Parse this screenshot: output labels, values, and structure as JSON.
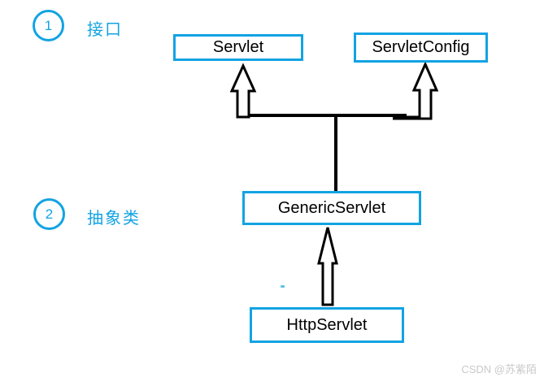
{
  "colors": {
    "accent": "#12a3e3",
    "line": "#000000",
    "box_text": "#000000",
    "watermark": "#c9c9c9"
  },
  "legend": [
    {
      "number": "1",
      "label": "接口"
    },
    {
      "number": "2",
      "label": "抽象类"
    }
  ],
  "nodes": {
    "servlet": {
      "label": "Servlet"
    },
    "servlet_config": {
      "label": "ServletConfig"
    },
    "generic_servlet": {
      "label": "GenericServlet"
    },
    "http_servlet": {
      "label": "HttpServlet"
    }
  },
  "edges": [
    {
      "from": "GenericServlet",
      "to": "Servlet"
    },
    {
      "from": "GenericServlet",
      "to": "ServletConfig"
    },
    {
      "from": "HttpServlet",
      "to": "GenericServlet"
    }
  ],
  "watermark": {
    "text": "CSDN @苏紫陌"
  }
}
